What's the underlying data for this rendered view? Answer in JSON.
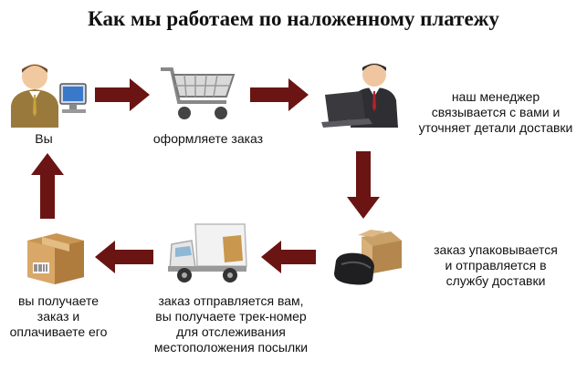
{
  "title": "Как мы работаем по наложенному платежу",
  "colors": {
    "arrow": "#6b1414",
    "text": "#111111"
  },
  "steps": [
    {
      "id": "you",
      "icon": "person-at-computer-icon",
      "lines": [
        "Вы"
      ]
    },
    {
      "id": "order",
      "icon": "shopping-cart-icon",
      "lines": [
        "оформляете заказ"
      ]
    },
    {
      "id": "manager",
      "icon": "manager-at-laptop-icon",
      "lines": [
        "наш менеджер",
        "связывается с вами и",
        "уточняет детали доставки"
      ]
    },
    {
      "id": "pack",
      "icon": "package-box-icon",
      "lines": [
        "заказ упаковывается",
        "и отправляется в",
        "службу доставки"
      ]
    },
    {
      "id": "ship",
      "icon": "delivery-truck-icon",
      "lines": [
        "заказ отправляется вам,",
        "вы получаете трек-номер",
        "для отслеживания",
        "местоположения посылки"
      ]
    },
    {
      "id": "receive",
      "icon": "parcel-barcode-icon",
      "lines": [
        "вы получаете",
        "заказ и",
        "оплачиваете его"
      ]
    }
  ]
}
